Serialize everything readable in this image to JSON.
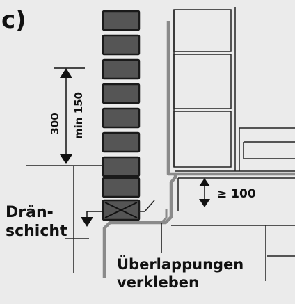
{
  "figure": {
    "panel_label": "c)",
    "dimensions": {
      "height_300": "300",
      "min_150": "min 150",
      "overlap_min": "≥ 100"
    },
    "labels": {
      "drain_line1": "Drän-",
      "drain_line2": "schicht",
      "overlap_line1": "Überlappungen",
      "overlap_line2": "verkleben"
    }
  },
  "colors": {
    "background": "#ebebeb",
    "brick_fill": "#555555",
    "brick_stroke": "#1a1a1a",
    "membrane": "#8a8a8a",
    "line": "#222222",
    "text": "#111111"
  }
}
